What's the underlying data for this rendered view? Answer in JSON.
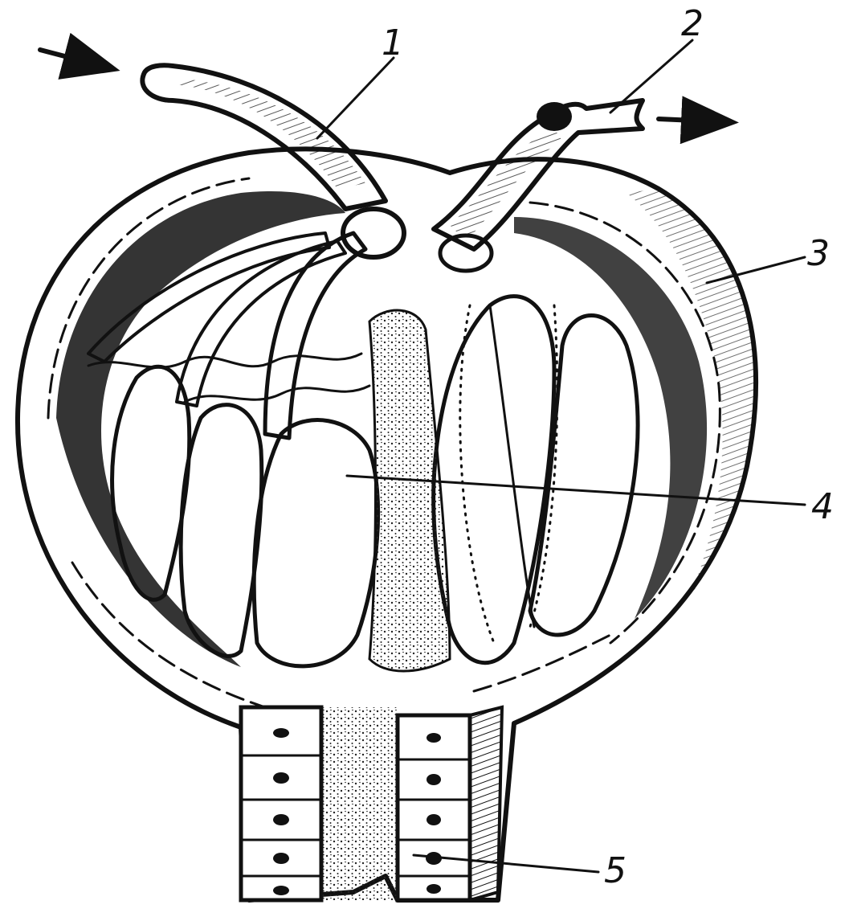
{
  "figure": {
    "labels": [
      {
        "id": "afferent-arteriole",
        "text": "1"
      },
      {
        "id": "efferent-arteriole",
        "text": "2"
      },
      {
        "id": "bowman-capsule-outer-layer",
        "text": "3"
      },
      {
        "id": "glomerular-capillary-loop",
        "text": "4"
      },
      {
        "id": "proximal-tubule",
        "text": "5"
      }
    ],
    "arrows": [
      {
        "id": "inflow-arrow",
        "direction": "in"
      },
      {
        "id": "outflow-arrow",
        "direction": "out"
      }
    ],
    "colors": {
      "ink": "#111111",
      "paper": "#ffffff",
      "stipple": "#3a3a3a"
    }
  }
}
